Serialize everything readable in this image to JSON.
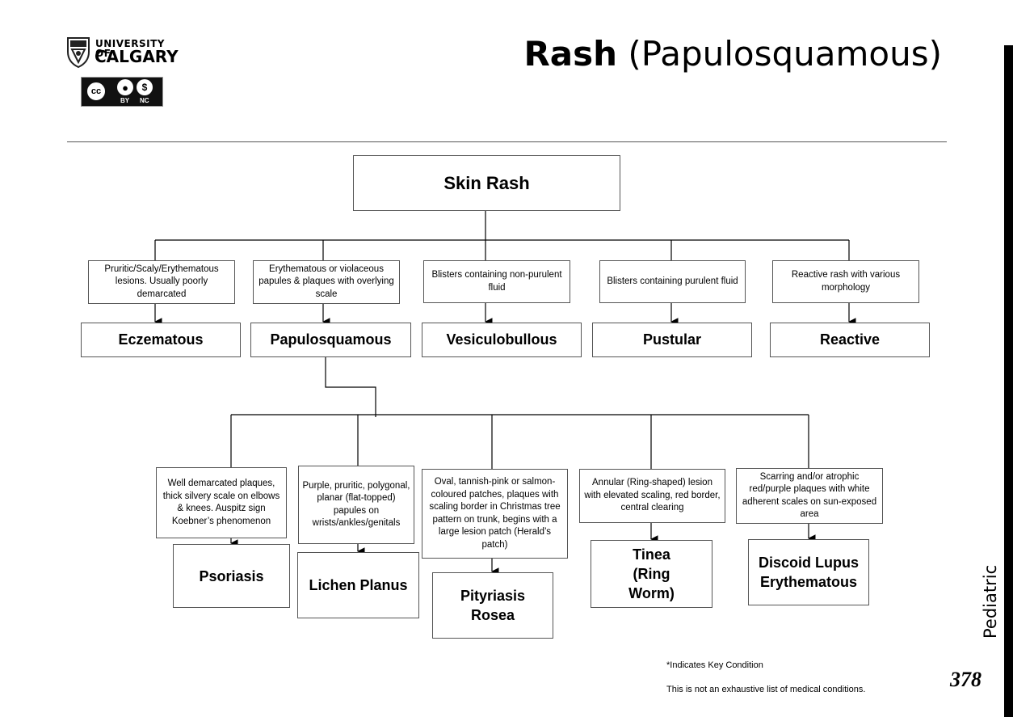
{
  "header": {
    "logo_line1": "UNIVERSITY OF",
    "logo_line2": "CALGARY",
    "license_cc": "cc",
    "license_by": "BY",
    "license_nc": "NC",
    "title_bold": "Rash",
    "title_rest": " (Papulosquamous)"
  },
  "diagram": {
    "root": "Skin Rash",
    "categories": [
      {
        "description": "Pruritic/Scaly/Erythematous lesions. Usually poorly demarcated",
        "name": "Eczematous"
      },
      {
        "description": "Erythematous or violaceous papules & plaques with overlying scale",
        "name": "Papulosquamous"
      },
      {
        "description": "Blisters containing non-purulent fluid",
        "name": "Vesiculobullous"
      },
      {
        "description": "Blisters containing purulent fluid",
        "name": "Pustular"
      },
      {
        "description": "Reactive rash with various morphology",
        "name": "Reactive"
      }
    ],
    "conditions": [
      {
        "description": "Well demarcated plaques, thick silvery scale on elbows & knees. Auspitz sign Koebner’s phenomenon",
        "name": "Psoriasis"
      },
      {
        "description": "Purple, pruritic, polygonal, planar (flat-topped) papules on wrists/ankles/genitals",
        "name": "Lichen Planus"
      },
      {
        "description": "Oval, tannish-pink or salmon-coloured patches, plaques with scaling border in Christmas tree pattern on trunk, begins with a large lesion patch (Herald’s patch)",
        "name": "Pityriasis Rosea"
      },
      {
        "description": "Annular (Ring-shaped) lesion with elevated scaling, red border, central clearing",
        "name": "Tinea (Ring Worm)"
      },
      {
        "description": "Scarring and/or atrophic red/purple plaques with white adherent scales on sun-exposed area",
        "name": "Discoid Lupus Erythematous"
      }
    ]
  },
  "footer": {
    "key_note": "*Indicates Key Condition",
    "disclaimer": "This is not an exhaustive list of medical conditions.",
    "page_number": "378",
    "section": "Pediatric"
  }
}
